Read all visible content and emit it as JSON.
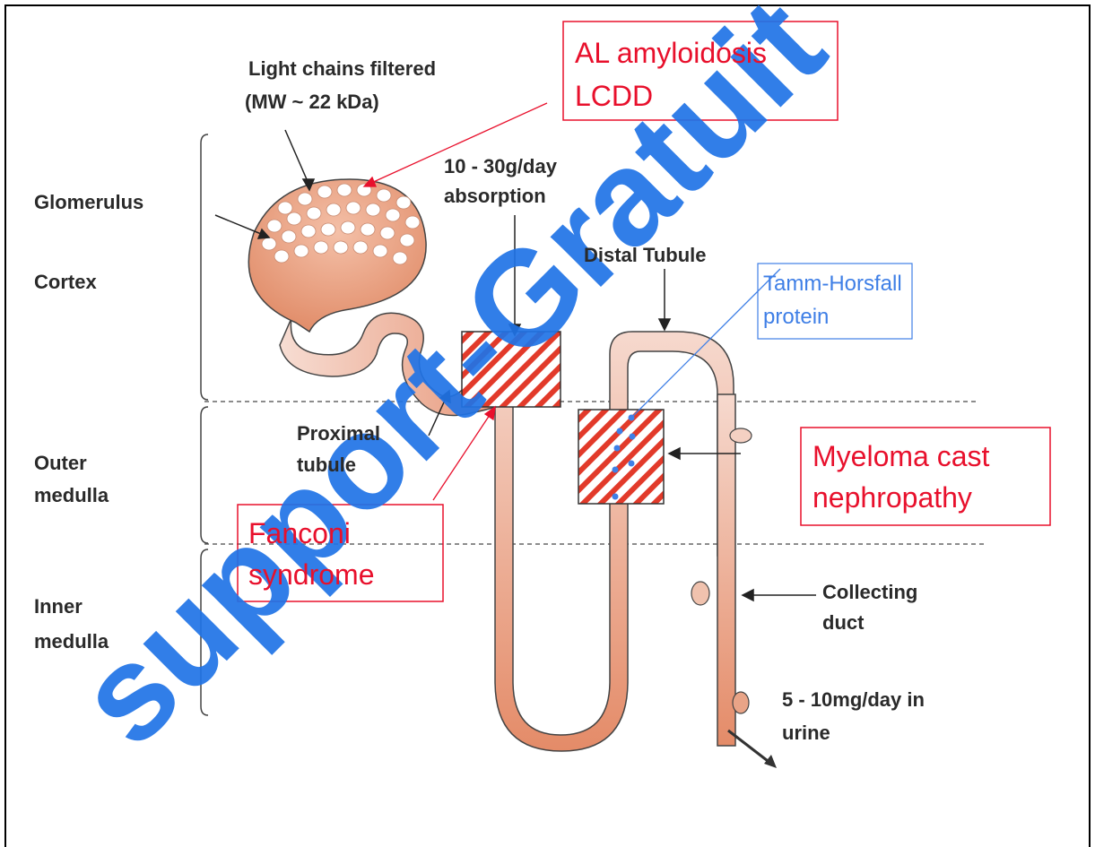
{
  "watermark": "support-Gratuit",
  "labels": {
    "light_chains_line1": "Light chains filtered",
    "light_chains_line2": "(MW ~ 22 kDa)",
    "al_line1": "AL amyloidosis",
    "al_line2": "LCDD",
    "absorption_line1": "10 - 30g/day",
    "absorption_line2": "absorption",
    "glomerulus": "Glomerulus",
    "cortex": "Cortex",
    "distal_tubule": "Distal Tubule",
    "tamm_line1": "Tamm-Horsfall",
    "tamm_line2": "protein",
    "proximal_line1": "Proximal",
    "proximal_line2": "tubule",
    "outer_line1": "Outer",
    "outer_line2": "medulla",
    "myeloma_line1": "Myeloma cast",
    "myeloma_line2": "nephropathy",
    "fanconi_line1": "Fanconi",
    "fanconi_line2": "syndrome",
    "inner_line1": "Inner",
    "inner_line2": "medulla",
    "collecting_line1": "Collecting",
    "collecting_line2": "duct",
    "urine_line1": "5 - 10mg/day in",
    "urine_line2": "urine"
  },
  "colors": {
    "tubule_light": "#f6d7cc",
    "tubule_dark": "#e58d6a",
    "hatch_red": "#e23a2a",
    "callout_red": "#e8102c",
    "callout_blue": "#3f7fe6",
    "watermark_blue": "#1f73e6"
  }
}
